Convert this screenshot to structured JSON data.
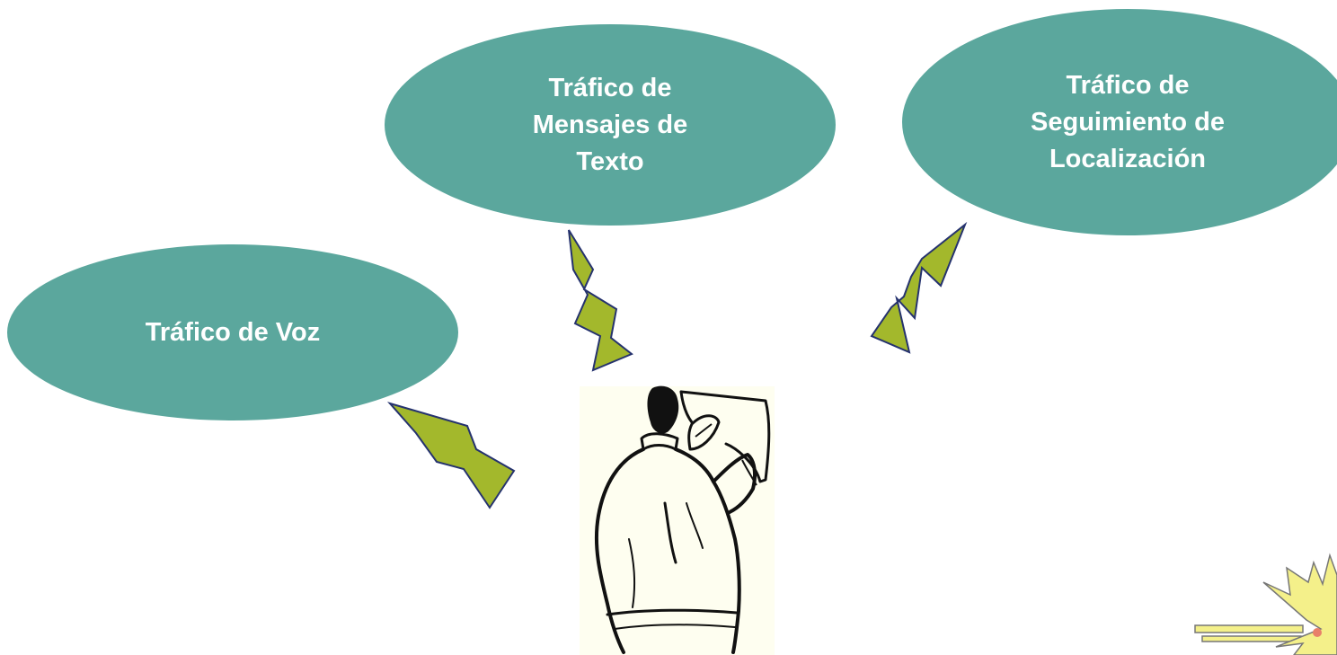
{
  "colors": {
    "bubble_fill": "#5ba79d",
    "bubble_text": "#ffffff",
    "bolt_fill": "#a3b82c",
    "bolt_stroke": "#25326e",
    "figure_paper": "#fefef0",
    "figure_ink": "#111111",
    "burst_fill": "#f4f08a",
    "burst_stroke": "#777777"
  },
  "bubbles": {
    "voz": {
      "label": "Tráfico de Voz"
    },
    "sms": {
      "label": "Tráfico de\nMensajes de\nTexto"
    },
    "loc": {
      "label": "Tráfico de\nSeguimiento de\nLocalización"
    }
  },
  "icons": {
    "person": "person-reading-map-illustration",
    "bolt": "lightning-bolt-icon",
    "burst": "starburst-icon"
  }
}
